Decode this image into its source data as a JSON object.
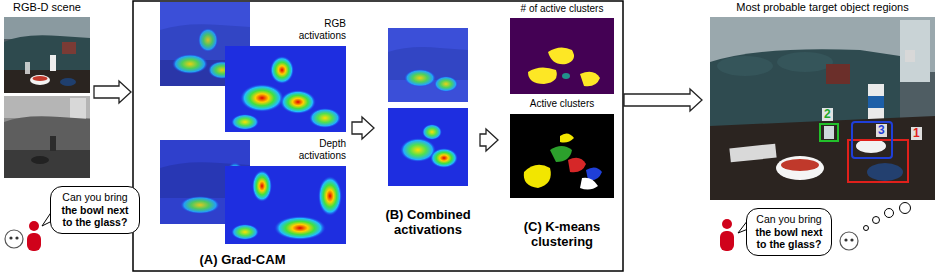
{
  "diagram": {
    "nodes": [
      {
        "text": [
          "RGB-D scene"
        ]
      },
      {
        "text": [
          "Can you bring",
          "the bowl next to the glass?"
        ]
      },
      {
        "text": [
          "(A) Grad-CAM"
        ]
      },
      {
        "text": [
          "(B) Combined activations"
        ]
      },
      {
        "text": [
          "(C) K-means clustering"
        ]
      },
      {
        "text": [
          "Most probable target object regions"
        ]
      },
      {
        "text": [
          "Can you bring",
          "the bowl next to the glass?"
        ]
      }
    ],
    "edges": [
      {
        "from": 0,
        "to": 2,
        "arrow": "to"
      },
      {
        "from": 2,
        "to": 3,
        "arrow": "to"
      },
      {
        "from": 3,
        "to": 4,
        "arrow": "to"
      },
      {
        "from": 4,
        "to": 5,
        "arrow": "to"
      }
    ],
    "labels": [
      "RGB activations",
      "Depth activations",
      "# of active clusters",
      "Active clusters",
      "1",
      "2",
      "3"
    ]
  }
}
